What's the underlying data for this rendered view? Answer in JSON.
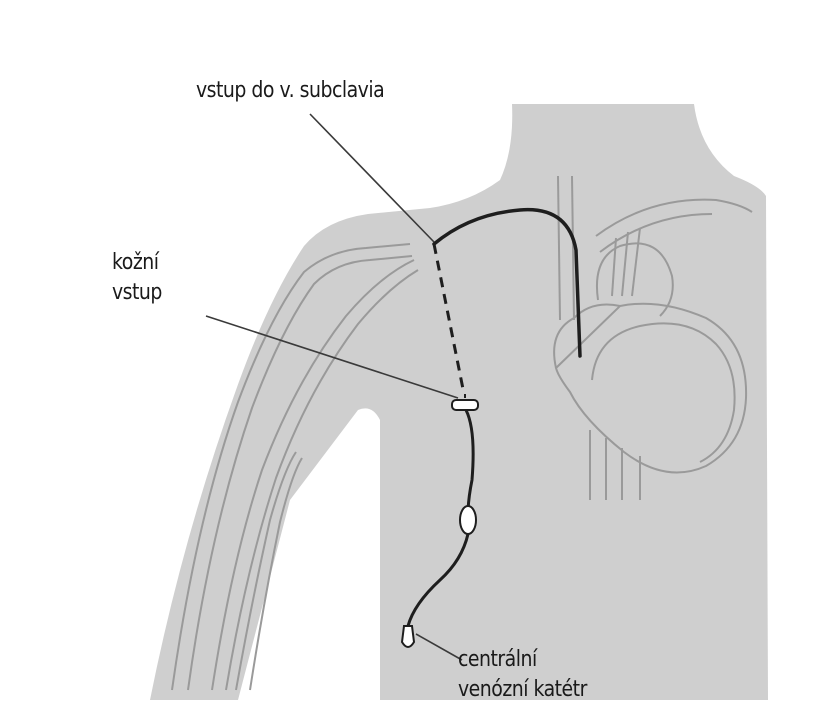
{
  "labels": {
    "subclavia_entry": "vstup do v. subclavia",
    "skin_entry": [
      "kožní",
      "vstup"
    ],
    "catheter": [
      "centrální",
      "venózní katétr"
    ]
  },
  "colors": {
    "body_fill": "#cfcfcf",
    "outline": "#9a9a9a",
    "catheter": "#1e1e1e",
    "background": "#ffffff"
  }
}
